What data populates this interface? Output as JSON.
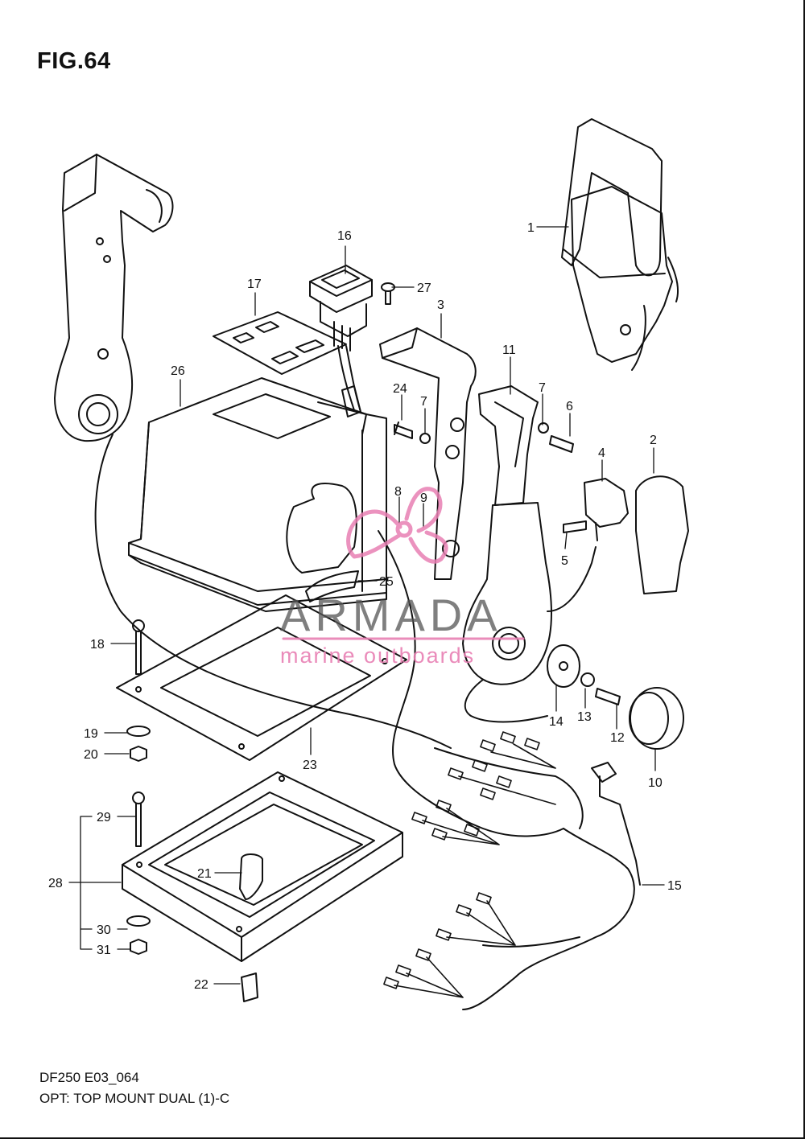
{
  "figure": {
    "title": "FIG.64",
    "model_code": "DF250 E03_064",
    "description": "OPT: TOP MOUNT DUAL (1)-C"
  },
  "watermark": {
    "brand": "ARMADA",
    "tagline": "marine outboards",
    "color": "#e87fb3"
  },
  "callouts": [
    "1",
    "2",
    "3",
    "4",
    "5",
    "6",
    "7",
    "7",
    "8",
    "9",
    "10",
    "11",
    "12",
    "13",
    "14",
    "15",
    "16",
    "17",
    "18",
    "19",
    "20",
    "21",
    "22",
    "23",
    "24",
    "25",
    "26",
    "27",
    "28",
    "29",
    "30",
    "31"
  ]
}
